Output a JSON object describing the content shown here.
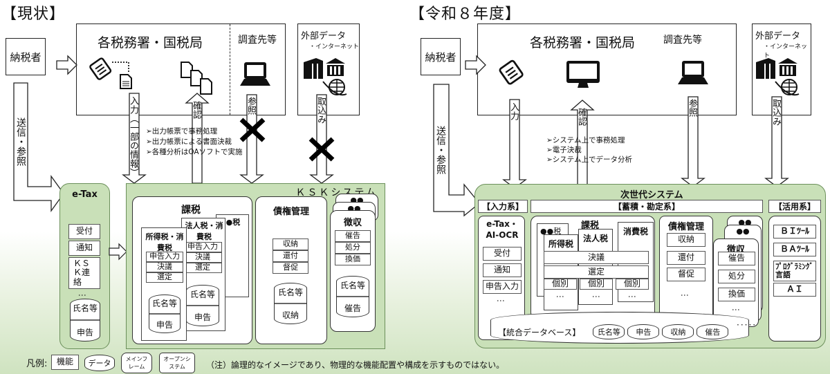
{
  "left": {
    "heading": "【現状】",
    "taxpayer": "納税者",
    "office": "各税務署・国税局",
    "investigation": "調査先等",
    "external": {
      "title": "外部データ",
      "subtitle": "・インターネット"
    },
    "arrows": {
      "send": "送信・参照",
      "input": "入力（一部の情報）",
      "confirm": "確認",
      "reference": "参照",
      "import": "取込み"
    },
    "notes": [
      "➢出力帳票で事務処理",
      "➢出力帳票による書面決裁",
      "➢各種分析はOAソフトで実施"
    ],
    "etax": {
      "title": "e-Tax",
      "functions": [
        "受付",
        "通知",
        "ＫＳＫ連絡"
      ],
      "db": [
        "氏名等",
        "申告"
      ]
    },
    "ksk": {
      "title": "ＫＳＫシステム",
      "kazei": {
        "title": "課税",
        "cards": [
          {
            "title": "所得税・消費税",
            "functions": [
              "申告入力",
              "決議",
              "選定"
            ],
            "db": [
              "氏名等",
              "申告"
            ]
          },
          {
            "title": "法人税・消費税",
            "functions": [
              "申告入力",
              "決議",
              "選定"
            ],
            "db": [
              "氏名等",
              "申告"
            ]
          },
          {
            "title": "●●税"
          }
        ]
      },
      "saiken": {
        "title": "債権管理",
        "functions": [
          "収納",
          "還付",
          "督促"
        ],
        "db": [
          "氏名等",
          "収納"
        ]
      },
      "choshu": {
        "title": "徴収",
        "stack_marks": [
          "●●",
          "●●"
        ],
        "functions": [
          "催告",
          "処分",
          "換価"
        ],
        "db": [
          "氏名等",
          "催告"
        ]
      }
    },
    "legend": {
      "label": "凡例:",
      "items": [
        "機能",
        "データ",
        "メインフレーム",
        "オープンシステム"
      ]
    },
    "footnote": "（注）論理的なイメージであり、物理的な機能配置や構成を示すものではない。"
  },
  "right": {
    "heading": "【令和８年度】",
    "taxpayer": "納税者",
    "office": "各税務署・国税局",
    "investigation": "調査先等",
    "external": {
      "title": "外部データ",
      "subtitle": "・インターネット"
    },
    "arrows": {
      "send": "送信・参照",
      "input": "入力",
      "confirm": "確認",
      "reference": "参照",
      "import": "取込み"
    },
    "notes": [
      "➢システム上で事務処理",
      "➢電子決裁",
      "➢システム上でデータ分析"
    ],
    "system": {
      "title": "次世代システム",
      "input_group": "【入力系】",
      "storage_group": "【蓄積・勘定系】",
      "use_group": "【活用系】",
      "etax": {
        "title": "e-Tax・AI-OCR",
        "functions": [
          "受付",
          "通知",
          "申告入力"
        ]
      },
      "kazei": {
        "title": "課税",
        "tabs": [
          "●●税",
          "所得税",
          "法人税",
          "消費税"
        ],
        "shared": [
          "決議",
          "選定"
        ],
        "individual": [
          "個別",
          "個別",
          "個別"
        ]
      },
      "saiken": {
        "title": "債権管理",
        "functions": [
          "収納",
          "還付",
          "督促"
        ]
      },
      "choshu": {
        "title": "徴収",
        "stack_marks": [
          "●●",
          "●●"
        ],
        "functions": [
          "催告",
          "処分",
          "換価"
        ]
      },
      "database": {
        "title": "【統合データベース】",
        "tables": [
          "氏名等",
          "申告",
          "収納",
          "催告"
        ]
      },
      "tools": [
        "ＢＩﾂｰﾙ",
        "ＢＡﾂｰﾙ",
        "ﾌﾟﾛｸﾞﾗﾐﾝｸﾞ言語",
        "ＡＩ"
      ]
    }
  }
}
